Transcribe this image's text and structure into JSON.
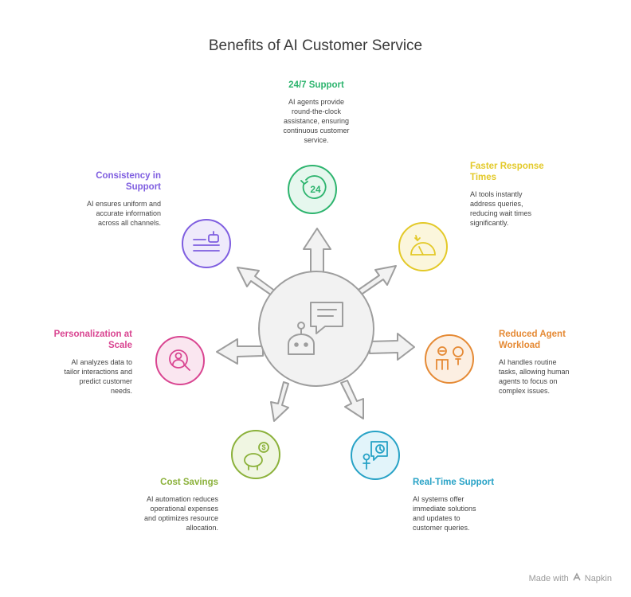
{
  "title": "Benefits of AI Customer Service",
  "footer": {
    "made_with": "Made with",
    "brand": "Napkin"
  },
  "colors": {
    "green": "#2db46e",
    "yellow": "#e3c928",
    "orange": "#e58a35",
    "teal": "#27a2c6",
    "lime": "#8bb13a",
    "pink": "#d94591",
    "purple": "#7f5ee0",
    "hub": "#9e9e9e"
  },
  "benefits": {
    "support247": {
      "title": "24/7 Support",
      "desc": [
        "AI agents provide",
        "round-the-clock",
        "assistance, ensuring",
        "continuous customer",
        "service."
      ],
      "icon": "clock-24-icon"
    },
    "faster": {
      "title": [
        "Faster Response",
        "Times"
      ],
      "desc": [
        "AI tools instantly",
        "address queries,",
        "reducing wait times",
        "significantly."
      ],
      "icon": "speedometer-icon"
    },
    "workload": {
      "title": [
        "Reduced Agent",
        "Workload"
      ],
      "desc": [
        "AI handles routine",
        "tasks, allowing human",
        "agents to focus on",
        "complex issues."
      ],
      "icon": "person-lightbulb-icon"
    },
    "realtime": {
      "title": "Real-Time Support",
      "desc": [
        "AI systems offer",
        "immediate solutions",
        "and updates to",
        "customer queries."
      ],
      "icon": "person-chat-clock-icon"
    },
    "cost": {
      "title": "Cost Savings",
      "desc": [
        "AI automation reduces",
        "operational expenses",
        "and optimizes resource",
        "allocation."
      ],
      "icon": "piggy-bank-icon"
    },
    "personal": {
      "title": [
        "Personalization at",
        "Scale"
      ],
      "desc": [
        "AI analyzes data to",
        "tailor interactions and",
        "predict customer",
        "needs."
      ],
      "icon": "user-search-icon"
    },
    "consistency": {
      "title": [
        "Consistency in",
        "Support"
      ],
      "desc": [
        "AI ensures uniform and",
        "accurate information",
        "across all channels."
      ],
      "icon": "robot-document-icon"
    }
  }
}
